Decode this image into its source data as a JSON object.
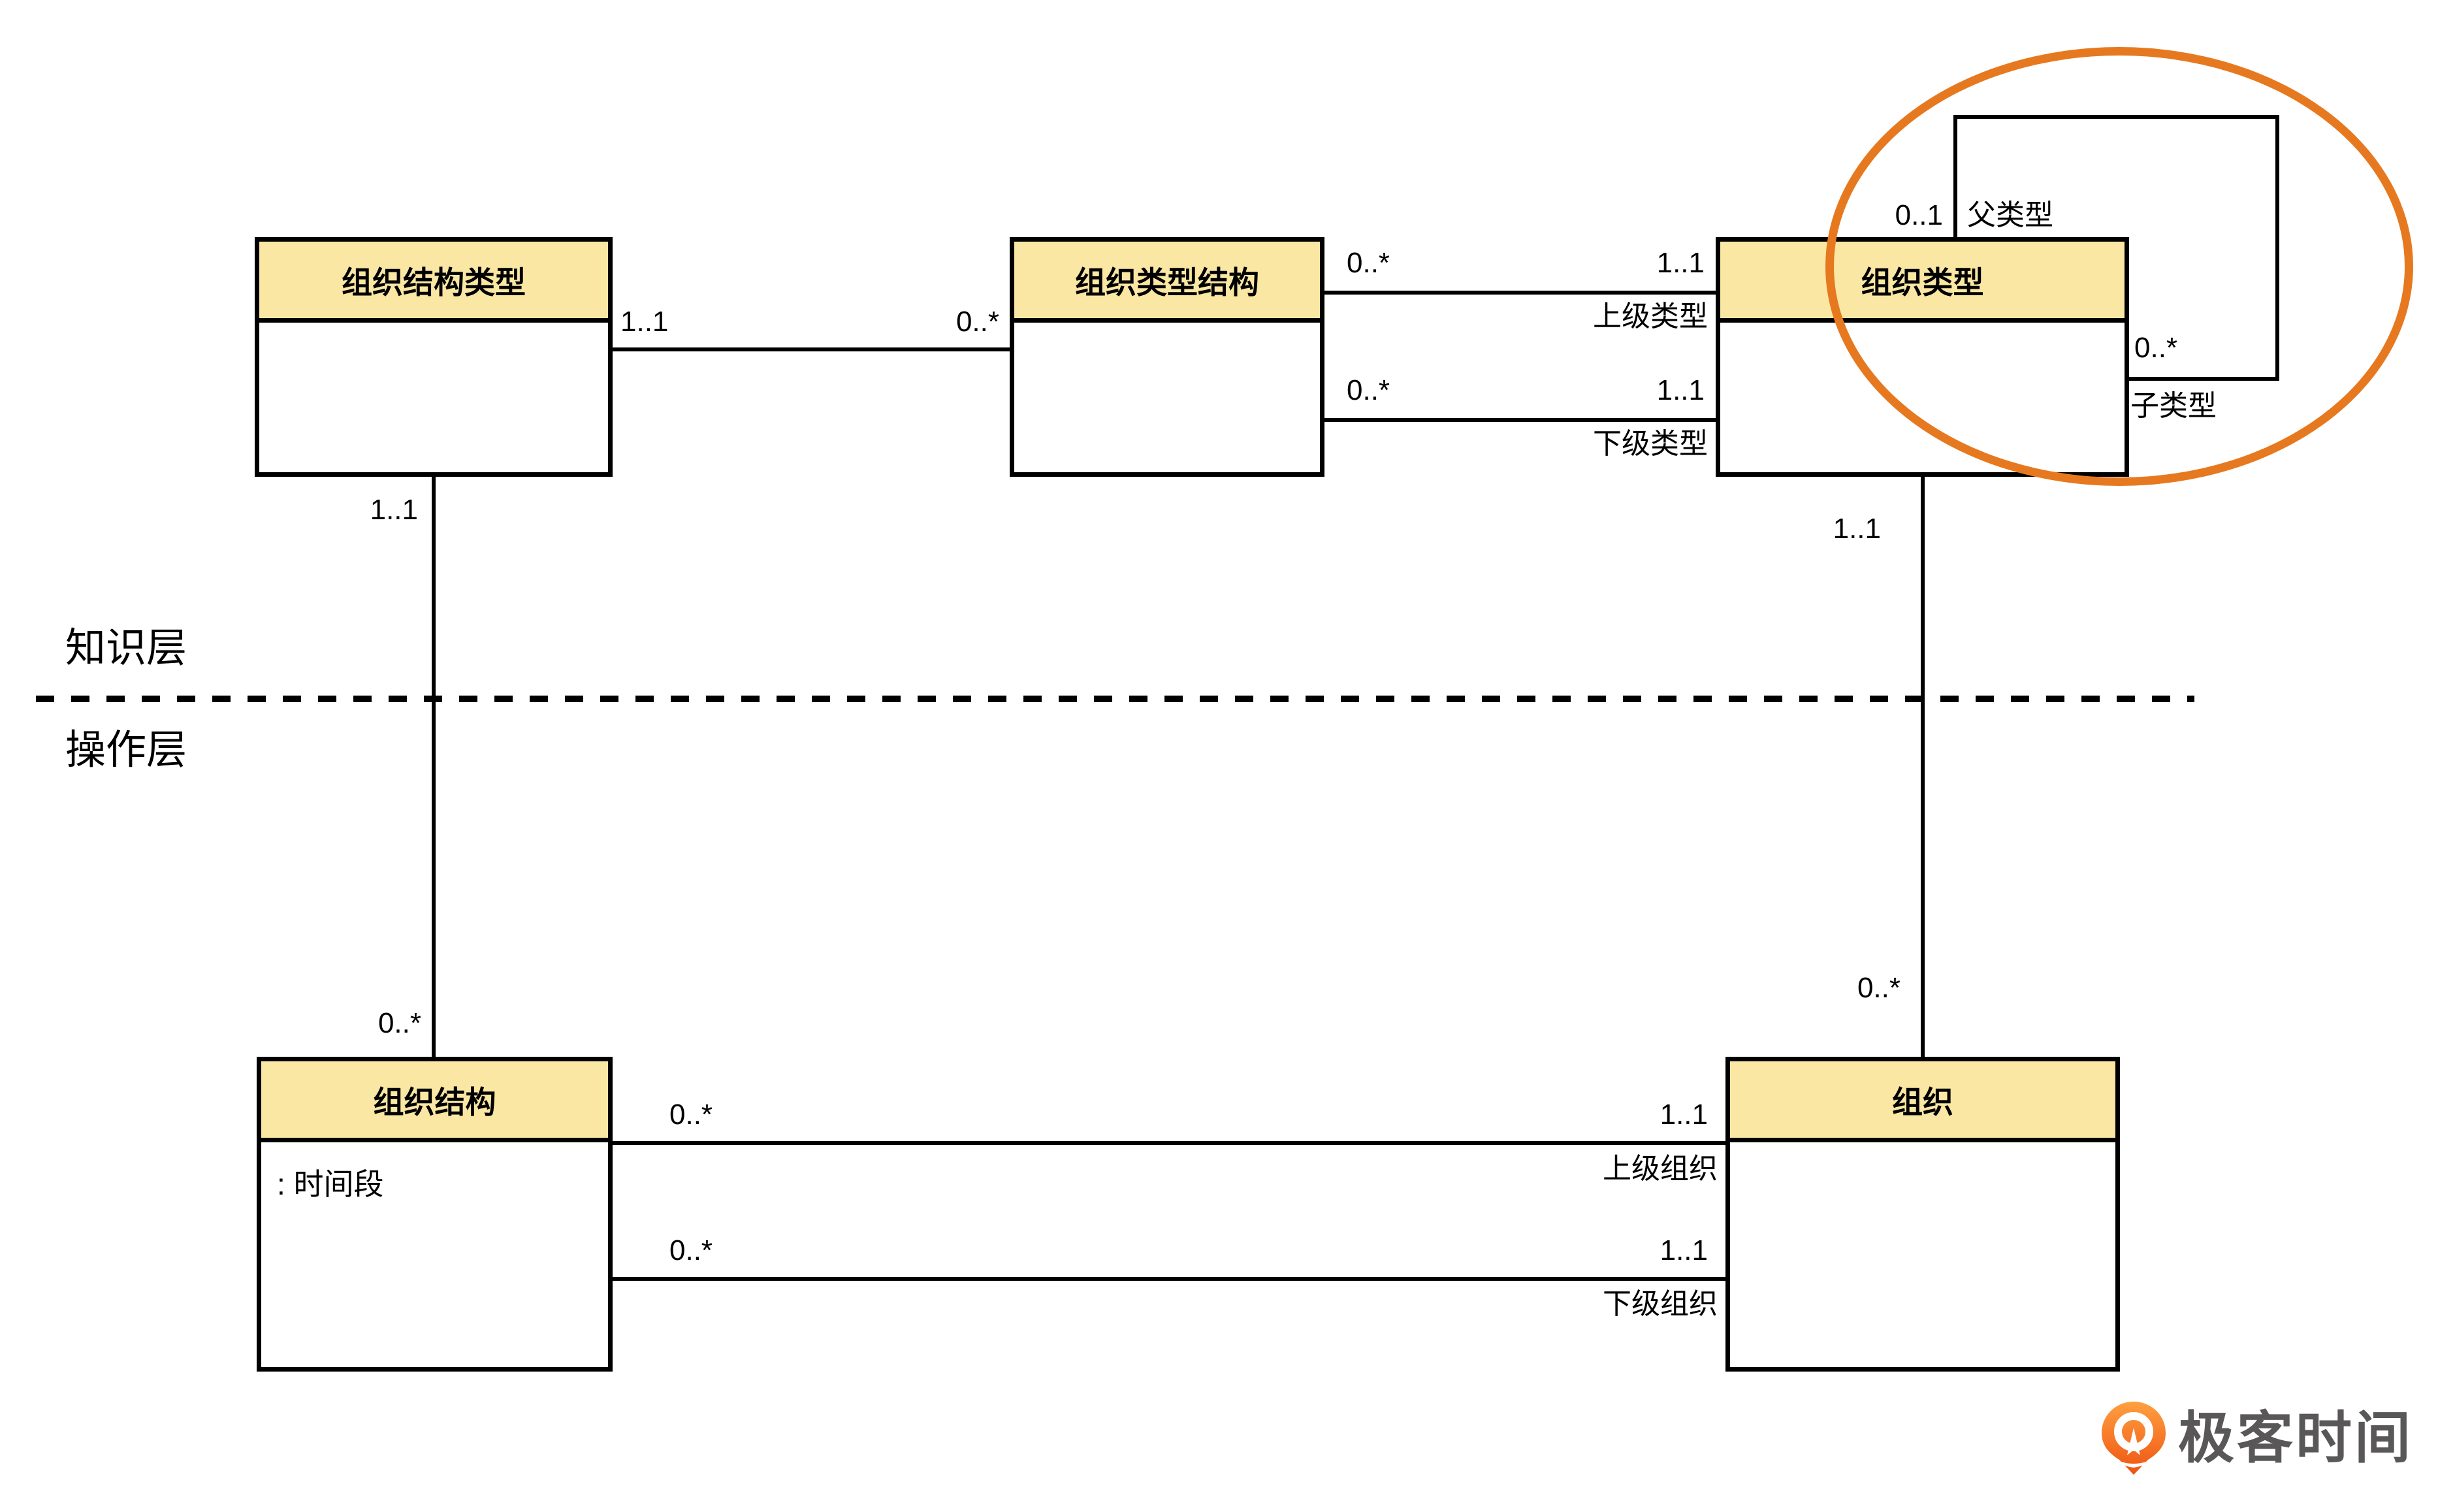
{
  "diagram": {
    "layers": {
      "knowledge": "知识层",
      "operation": "操作层"
    },
    "classes": {
      "org_structure_type": {
        "title": "组织结构类型"
      },
      "org_type_structure": {
        "title": "组织类型结构"
      },
      "org_type": {
        "title": "组织类型"
      },
      "org_structure": {
        "title": "组织结构",
        "attribute": ": 时间段"
      },
      "org": {
        "title": "组织"
      }
    },
    "associations": {
      "structtype_typestruct": {
        "left_mult": "1..1",
        "right_mult": "0..*"
      },
      "typestruct_type_upper": {
        "left_mult": "0..*",
        "right_mult": "1..1",
        "role": "上级类型"
      },
      "typestruct_type_lower": {
        "left_mult": "0..*",
        "right_mult": "1..1",
        "role": "下级类型"
      },
      "structtype_struct": {
        "top_mult": "1..1",
        "bottom_mult": "0..*"
      },
      "type_org": {
        "top_mult": "1..1",
        "bottom_mult": "0..*"
      },
      "type_selfref": {
        "parent_mult": "0..1",
        "parent_role": "父类型",
        "child_mult": "0..*",
        "child_role": "子类型"
      },
      "struct_org_upper": {
        "left_mult": "0..*",
        "right_mult": "1..1",
        "role": "上级组织"
      },
      "struct_org_lower": {
        "left_mult": "0..*",
        "right_mult": "1..1",
        "role": "下级组织"
      }
    },
    "watermark": {
      "brand": "极客时间"
    },
    "colors": {
      "class_header_fill": "#FAE7A3",
      "line": "#000000",
      "highlight": "#E6791F",
      "logo_orange_top": "#FFA040",
      "logo_orange_bottom": "#EE5312",
      "logo_text": "#595757"
    }
  }
}
